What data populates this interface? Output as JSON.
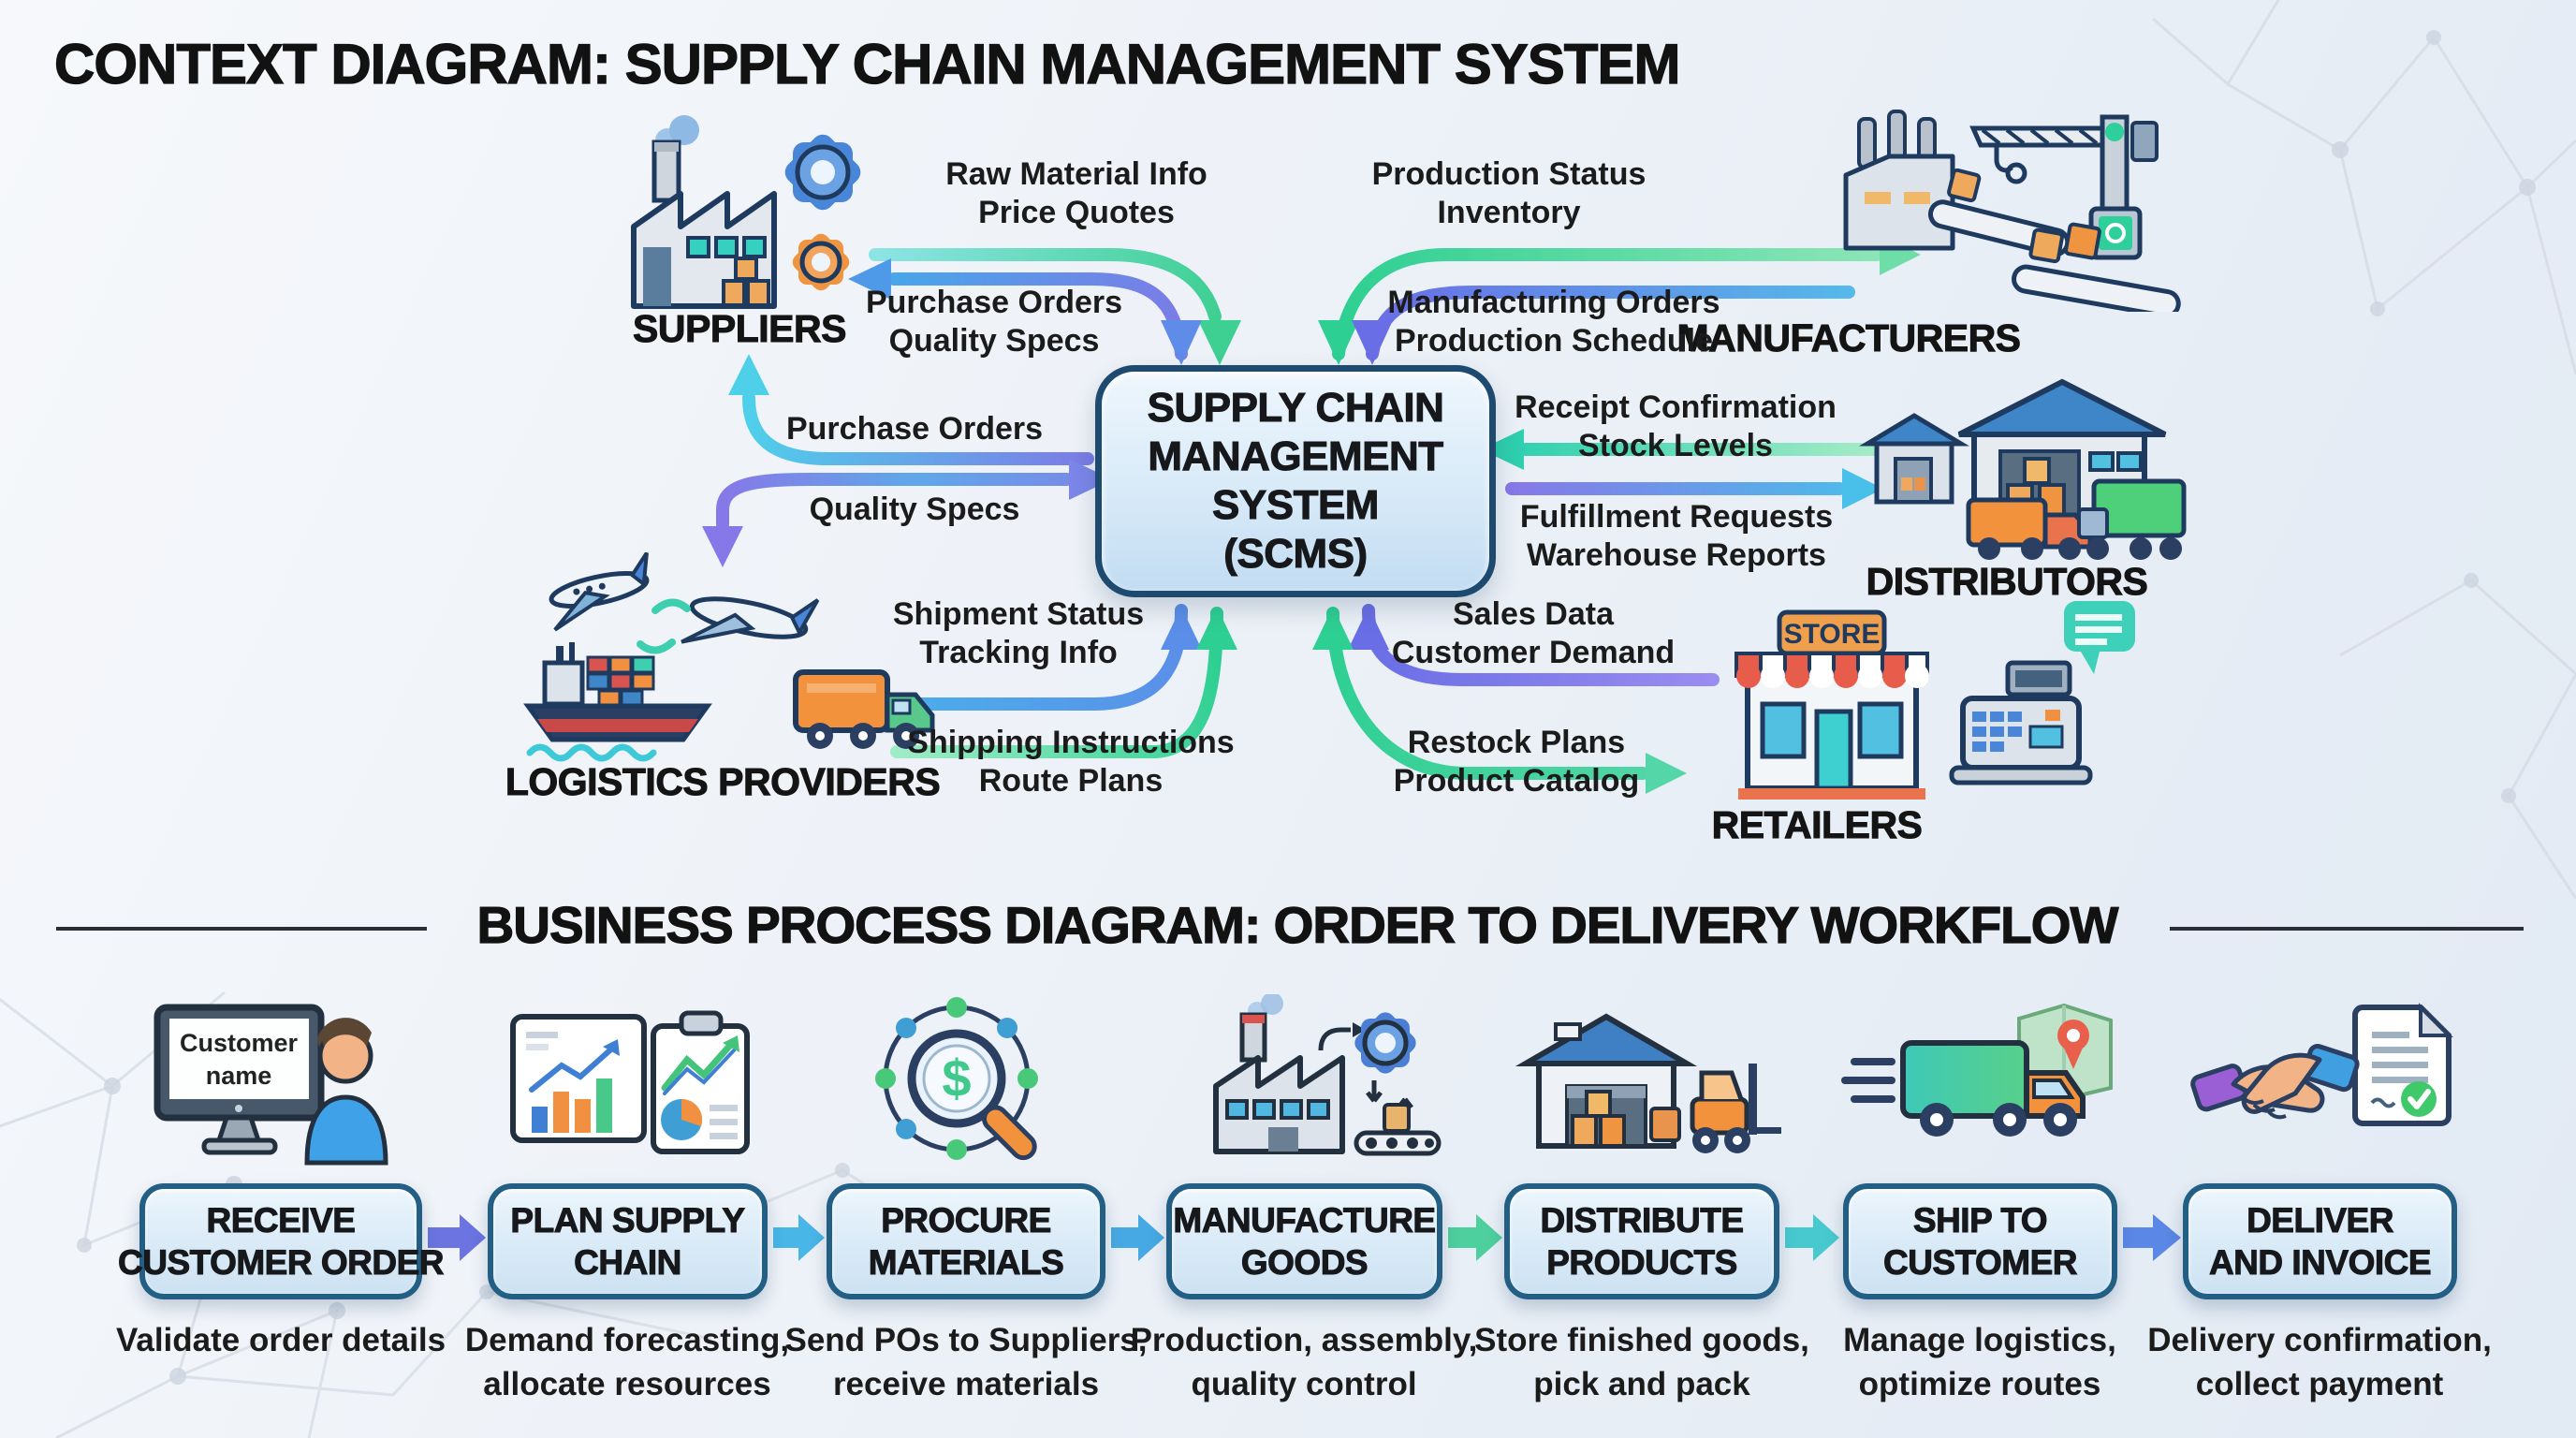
{
  "context": {
    "title": "CONTEXT DIAGRAM: SUPPLY CHAIN MANAGEMENT SYSTEM",
    "system_box": {
      "line1": "SUPPLY CHAIN",
      "line2": "MANAGEMENT",
      "line3": "SYSTEM",
      "line4": "(SCMS)"
    },
    "entities": {
      "suppliers": "SUPPLIERS",
      "manufacturers": "MANUFACTURERS",
      "distributors": "DISTRIBUTORS",
      "logistics": "LOGISTICS PROVIDERS",
      "retailers": "RETAILERS"
    },
    "flows": {
      "raw_material": {
        "line1": "Raw Material Info",
        "line2": "Price Quotes"
      },
      "purchase_quality": {
        "line1": "Purchase Orders",
        "line2": "Quality Specs"
      },
      "production_status": {
        "line1": "Production Status",
        "line2": "Inventory"
      },
      "manufacturing_orders": {
        "line1": "Manufacturing Orders",
        "line2": "Production Schedule"
      },
      "purchase_orders_mid": {
        "line1": "Purchase Orders"
      },
      "quality_specs_mid": {
        "line1": "Quality Specs"
      },
      "receipt_confirmation": {
        "line1": "Receipt Confirmation",
        "line2": "Stock Levels"
      },
      "fulfillment_requests": {
        "line1": "Fulfillment Requests",
        "line2": "Warehouse Reports"
      },
      "shipment_status": {
        "line1": "Shipment Status",
        "line2": "Tracking Info"
      },
      "shipping_instructions": {
        "line1": "Shipping Instructions",
        "line2": "Route Plans"
      },
      "sales_data": {
        "line1": "Sales Data",
        "line2": "Customer Demand"
      },
      "restock_plans": {
        "line1": "Restock Plans",
        "line2": "Product Catalog"
      }
    },
    "store_sign": "STORE"
  },
  "process": {
    "title": "BUSINESS PROCESS DIAGRAM: ORDER TO DELIVERY WORKFLOW",
    "monitor_text": {
      "line1": "Customer",
      "line2": "name"
    },
    "procure_symbol": "$",
    "steps": [
      {
        "label1": "RECEIVE",
        "label2": "CUSTOMER ORDER",
        "desc1": "Validate order details",
        "desc2": ""
      },
      {
        "label1": "PLAN SUPPLY",
        "label2": "CHAIN",
        "desc1": "Demand forecasting,",
        "desc2": "allocate resources"
      },
      {
        "label1": "PROCURE",
        "label2": "MATERIALS",
        "desc1": "Send POs to Suppliers,",
        "desc2": "receive materials"
      },
      {
        "label1": "MANUFACTURE",
        "label2": "GOODS",
        "desc1": "Production, assembly,",
        "desc2": "quality control"
      },
      {
        "label1": "DISTRIBUTE",
        "label2": "PRODUCTS",
        "desc1": "Store finished goods,",
        "desc2": "pick and pack"
      },
      {
        "label1": "SHIP TO",
        "label2": "CUSTOMER",
        "desc1": "Manage logistics,",
        "desc2": "optimize routes"
      },
      {
        "label1": "DELIVER",
        "label2": "AND INVOICE",
        "desc1": "Delivery confirmation,",
        "desc2": "collect payment"
      }
    ]
  },
  "colors": {
    "green": "#3ecf92",
    "blue": "#49a8e8",
    "purple": "#6a6ee6",
    "cyan": "#4fd0ea",
    "orange": "#f2923c",
    "scms_border": "#1d4a6e",
    "process_border": "#235e85"
  }
}
